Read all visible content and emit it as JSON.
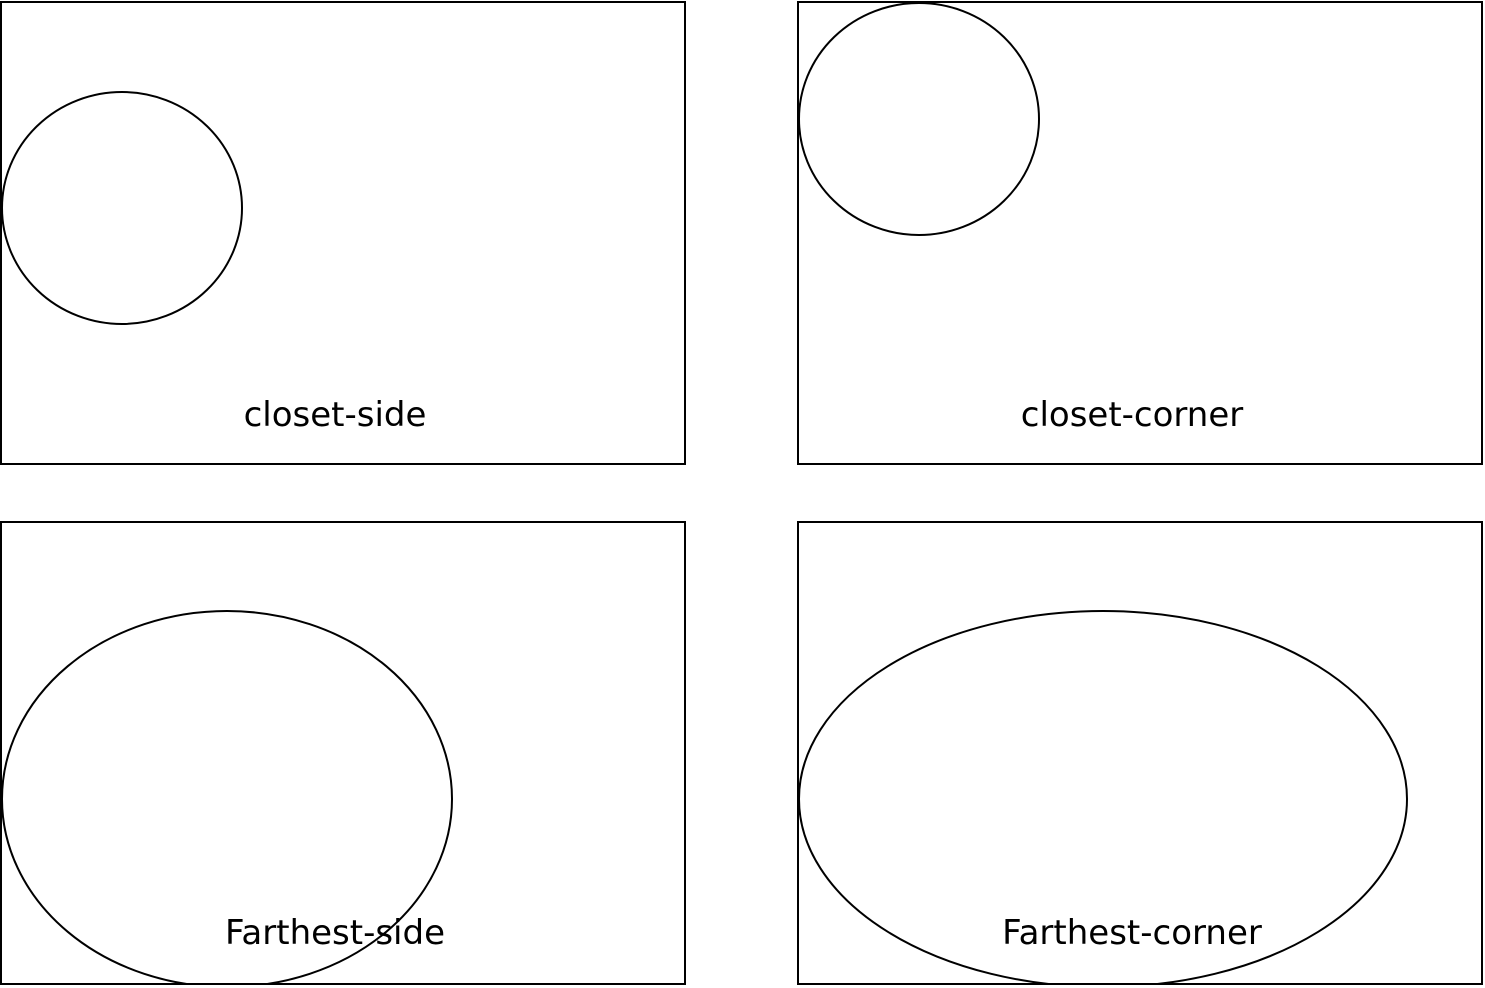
{
  "panels": [
    {
      "id": "closest-side-panel",
      "label": "closet-side"
    },
    {
      "id": "closest-corner-panel",
      "label": "closet-corner"
    },
    {
      "id": "farthest-side-panel",
      "label": "Farthest-side"
    },
    {
      "id": "farthest-corner-panel",
      "label": "Farthest-corner"
    }
  ],
  "colors": {
    "stroke": "#000000",
    "background": "#ffffff"
  }
}
